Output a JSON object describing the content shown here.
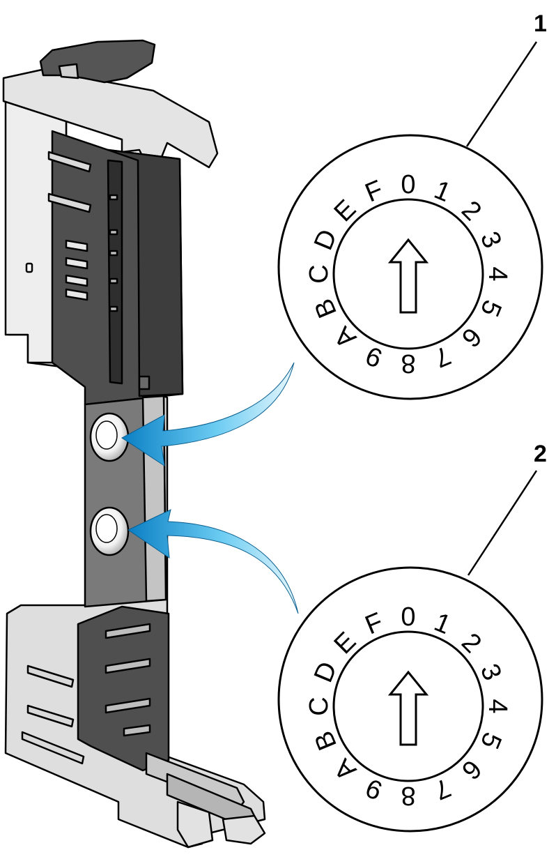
{
  "callouts": [
    {
      "id": "1",
      "label": "1"
    },
    {
      "id": "2",
      "label": "2"
    }
  ],
  "rotary_switches": [
    {
      "callout": "1",
      "positions": [
        "0",
        "1",
        "2",
        "3",
        "4",
        "5",
        "6",
        "7",
        "8",
        "9",
        "A",
        "B",
        "C",
        "D",
        "E",
        "F"
      ],
      "pointer": "arrow-up-icon",
      "selected": "0"
    },
    {
      "callout": "2",
      "positions": [
        "0",
        "1",
        "2",
        "3",
        "4",
        "5",
        "6",
        "7",
        "8",
        "9",
        "A",
        "B",
        "C",
        "D",
        "E",
        "F"
      ],
      "pointer": "arrow-up-icon",
      "selected": "0"
    }
  ],
  "colors": {
    "outline": "#000000",
    "base_light": "#e6e6e6",
    "base_mid": "#bfbfbf",
    "housing_dark": "#4a4a4a",
    "housing_darker": "#333333",
    "arrow_light": "#7fd6f5",
    "arrow_dark": "#0a86c8"
  }
}
